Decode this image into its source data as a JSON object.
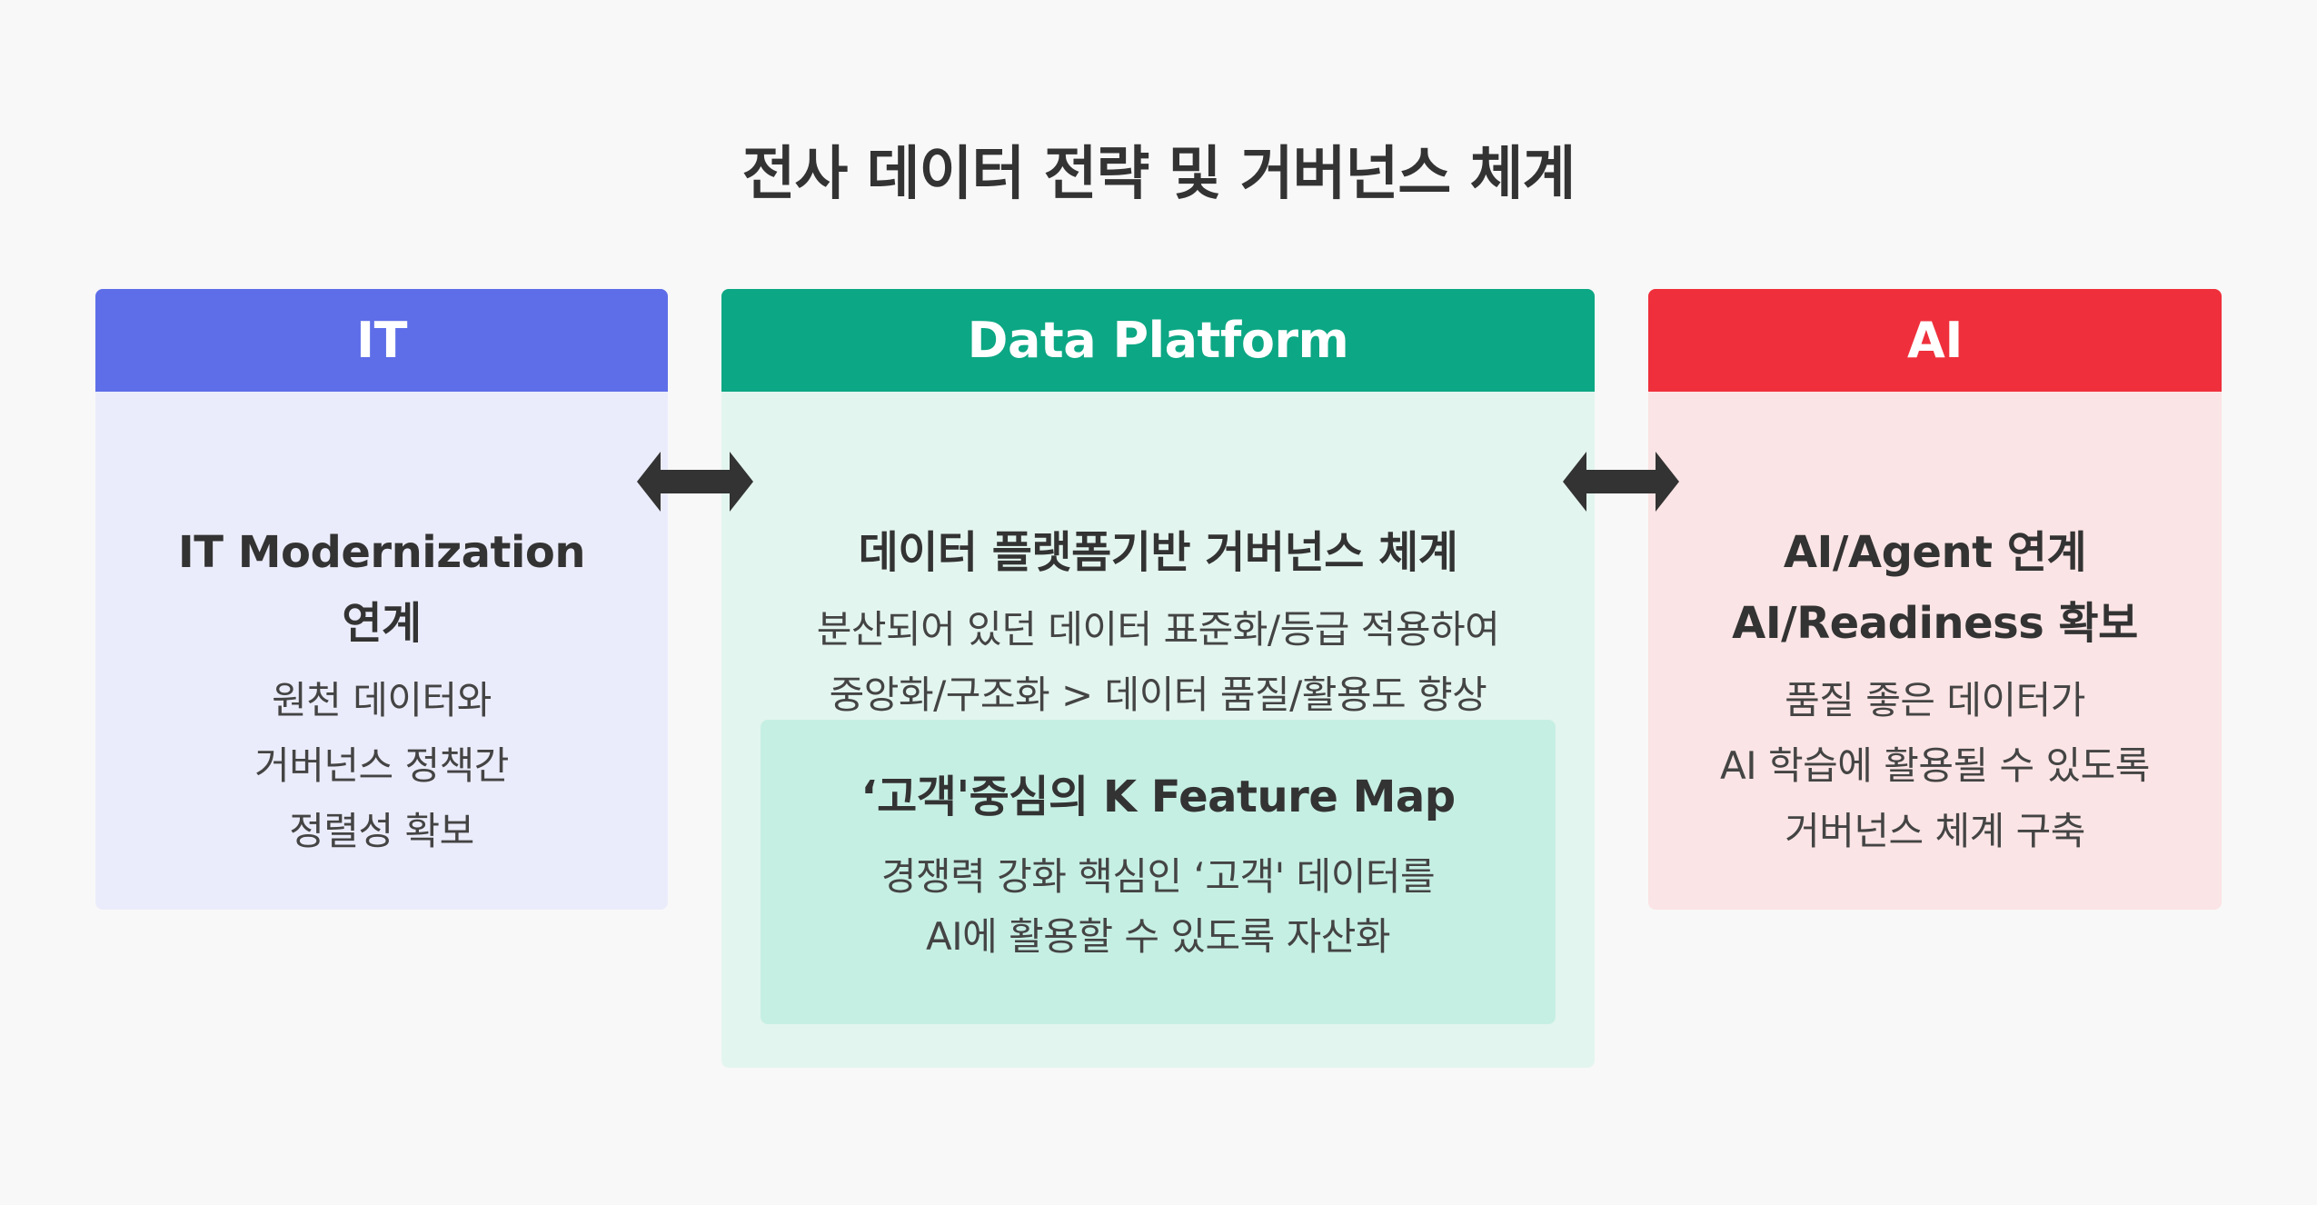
{
  "title": "전사 데이터 전략 및 거버넌스 체계",
  "columns": {
    "it": {
      "header": "IT",
      "subtitle": [
        "IT Modernization",
        "연계"
      ],
      "description": [
        "원천 데이터와",
        "거버넌스 정책간",
        "정렬성 확보"
      ]
    },
    "data_platform": {
      "header": "Data Platform",
      "subtitle": "데이터 플랫폼기반 거버넌스 체계",
      "description": [
        "분산되어 있던 데이터 표준화/등급 적용하여",
        "중앙화/구조화 > 데이터 품질/활용도 향상"
      ],
      "feature_box": {
        "title": "‘고객'중심의 K Feature Map",
        "description": [
          "경쟁력 강화 핵심인 ‘고객' 데이터를",
          "AI에 활용할 수 있도록 자산화"
        ]
      }
    },
    "ai": {
      "header": "AI",
      "subtitle": [
        "AI/Agent 연계",
        "AI/Readiness 확보"
      ],
      "description": [
        "품질 좋은 데이터가",
        "AI 학습에 활용될 수 있도록",
        "거버넌스 체계 구축"
      ]
    }
  },
  "colors": {
    "background": "#f8f8f8",
    "it_header": "#5e6ee8",
    "it_body": "#ebecfb",
    "data_platform_header": "#0ca784",
    "data_platform_body": "#e3f5ef",
    "feature_box": "#c6efe3",
    "ai_header": "#ef303c",
    "ai_body": "#fbe4e5",
    "arrow": "#333333"
  },
  "connectors": [
    "double-arrow-icon",
    "double-arrow-icon"
  ]
}
